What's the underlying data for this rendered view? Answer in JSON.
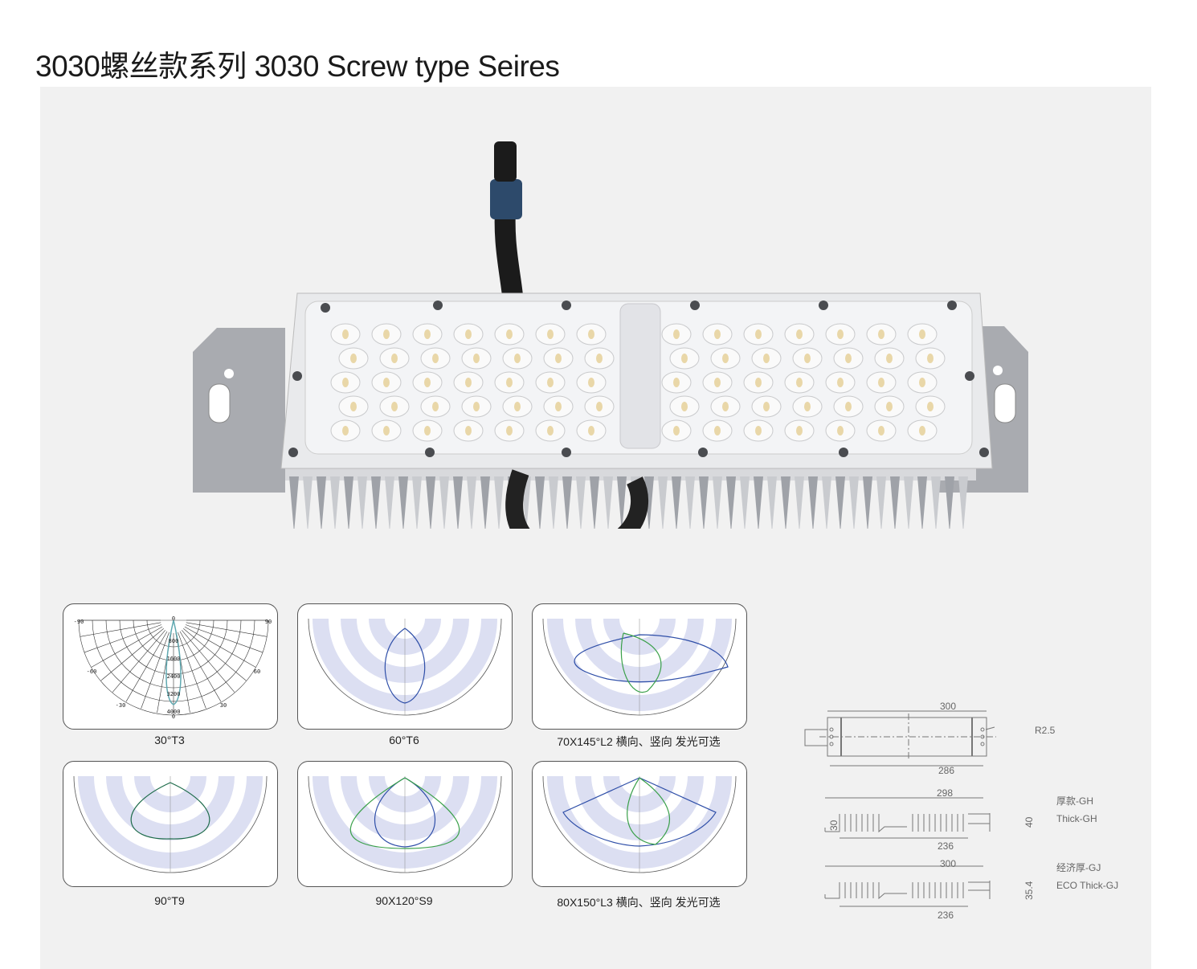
{
  "page_title": "3030螺丝款系列  3030 Screw type Seires",
  "product_image": {
    "led_columns_per_group": 7,
    "led_rows": 5,
    "groups": 2
  },
  "colors": {
    "panel_bg": "#f1f1f1",
    "curve_blue": "#2f4fa8",
    "curve_green": "#3aa04a",
    "curve_cyan": "#5fa8b0",
    "shade": "#dcdff2"
  },
  "distributions": [
    {
      "caption": "30°T3",
      "labels": {
        "left_top": "-90",
        "right_top": "90",
        "top": "0",
        "left_mid": "-60",
        "right_mid": "60",
        "left_low": "-30",
        "right_low": "30",
        "bottom": "0",
        "rings": [
          "800",
          "1600",
          "2400",
          "3200",
          "4000"
        ]
      }
    },
    {
      "caption": "60°T6"
    },
    {
      "caption": "70X145°L2 横向、竖向 发光可选"
    },
    {
      "caption": "90°T9"
    },
    {
      "caption": "90X120°S9"
    },
    {
      "caption": "80X150°L3 横向、竖向 发光可选"
    }
  ],
  "dimensions": {
    "top_view": {
      "length": "300",
      "inner": "286",
      "height": "30",
      "radius": "R2.5"
    },
    "thick_gh": {
      "length": "298",
      "base": "236",
      "height": "40",
      "label_cn": "厚款-GH",
      "label_en": "Thick-GH"
    },
    "eco_gj": {
      "length": "300",
      "base": "236",
      "height": "35.4",
      "label_cn": "经济厚-GJ",
      "label_en": "ECO Thick-GJ"
    }
  }
}
